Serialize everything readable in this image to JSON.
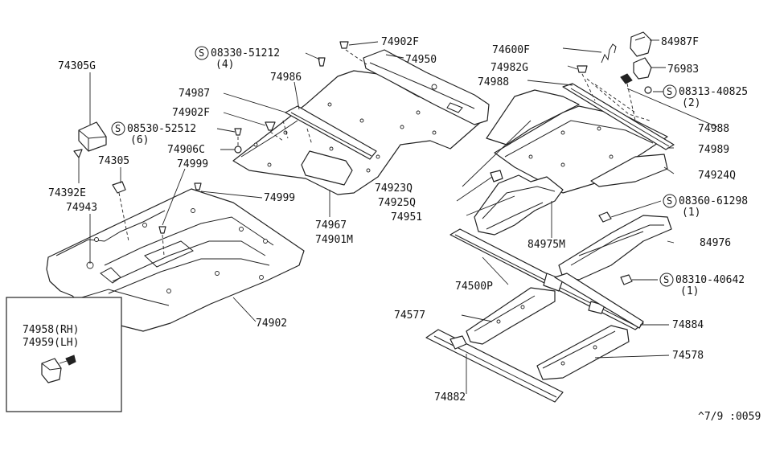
{
  "labels": {
    "p74305G": "74305G",
    "p74305": "74305",
    "p74392E": "74392E",
    "p74943": "74943",
    "p74958": "74958(RH)",
    "p74959": "74959(LH)",
    "p74902F_a": "74902F",
    "p74902F_b": "74902F",
    "p74950": "74950",
    "s08330": "08330-51212",
    "s08330_qty": "(4)",
    "p74987": "74987",
    "p74986": "74986",
    "s08530": "08530-52512",
    "s08530_qty": "(6)",
    "p74906C": "74906C",
    "p74999_a": "74999",
    "p74999_b": "74999",
    "p74967": "74967",
    "p74901M": "74901M",
    "p74902": "74902",
    "p74600F": "74600F",
    "p74982G": "74982G",
    "p74988_a": "74988",
    "p74988_b": "74988",
    "p84987F": "84987F",
    "p76983": "76983",
    "s08313": "08313-40825",
    "s08313_qty": "(2)",
    "p74989": "74989",
    "p74923Q": "74923Q",
    "p74924Q": "74924Q",
    "p74925Q": "74925Q",
    "p74951": "74951",
    "p84975M": "84975M",
    "s08360": "08360-61298",
    "s08360_qty": "(1)",
    "p84976": "84976",
    "p74500P": "74500P",
    "s08310": "08310-40642",
    "s08310_qty": "(1)",
    "p74577": "74577",
    "p74884": "74884",
    "p74578": "74578",
    "p74882": "74882",
    "diagram_code": "^7/9 :0059"
  },
  "screw_symbol": "S"
}
